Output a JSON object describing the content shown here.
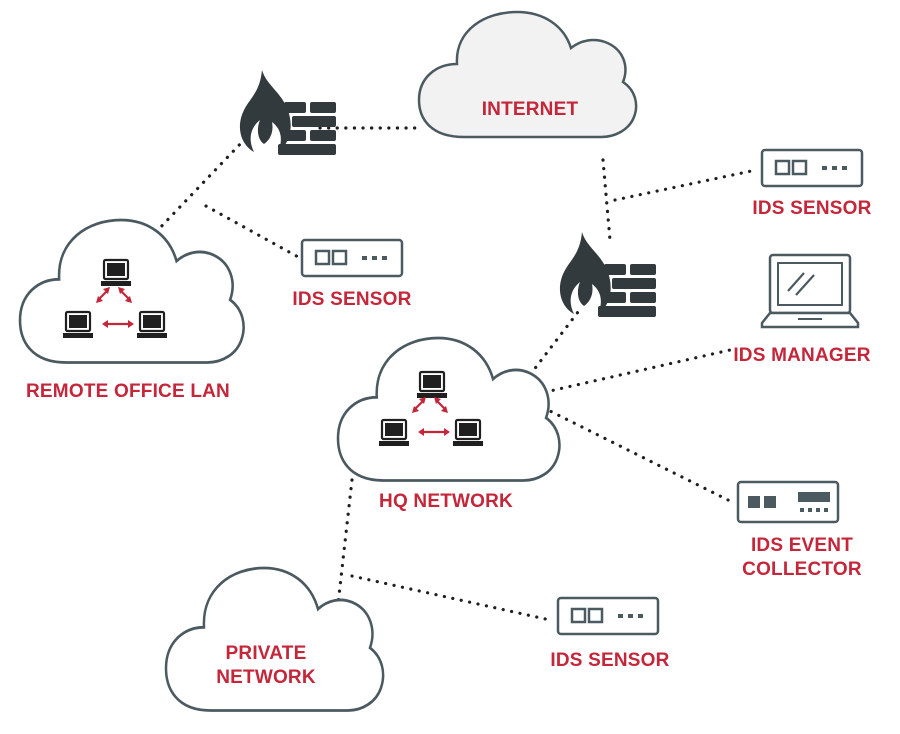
{
  "labels": {
    "internet": "INTERNET",
    "ids_sensor_top_right": "IDS SENSOR",
    "ids_sensor_remote": "IDS SENSOR",
    "remote_office_lan": "REMOTE OFFICE LAN",
    "ids_manager": "IDS MANAGER",
    "hq_network": "HQ NETWORK",
    "ids_event_collector_1": "IDS EVENT",
    "ids_event_collector_2": "COLLECTOR",
    "private_network_1": "PRIVATE",
    "private_network_2": "NETWORK",
    "ids_sensor_private": "IDS SENSOR"
  },
  "colors": {
    "label_red": "#c4263a",
    "outline_grey": "#4b5a61",
    "firewall_dark": "#333a3e",
    "internet_fill": "#f2f2f2"
  },
  "icons": [
    "cloud-icon",
    "firewall-icon",
    "ids-sensor-icon",
    "laptop-icon",
    "event-collector-icon",
    "computer-icon"
  ]
}
